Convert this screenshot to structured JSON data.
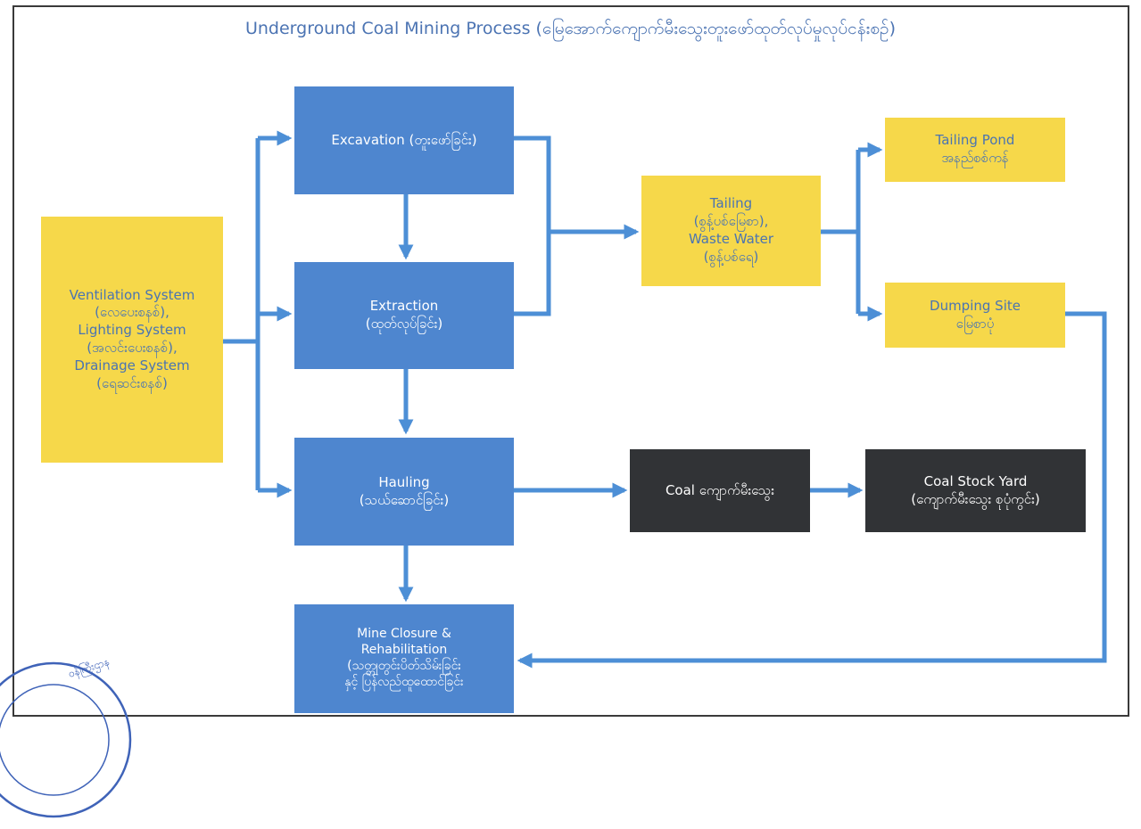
{
  "title": "Underground Coal Mining Process (မြေအောက်ကျောက်မီးသွေးတူးဖော်ထုတ်လုပ်မှုလုပ်ငန်းစဉ်)",
  "systems": [
    "Ventilation System",
    "(လေပေးစနစ်),",
    "Lighting System",
    "(အလင်းပေးစနစ်),",
    "Drainage System",
    "(ရေဆင်းစနစ်)"
  ],
  "excavation": [
    "Excavation (တူးဖော်ခြင်း)"
  ],
  "extraction": [
    "Extraction",
    "(ထုတ်လုပ်ခြင်း)"
  ],
  "hauling": [
    "Hauling",
    "(သယ်ဆောင်ခြင်း)"
  ],
  "closure": [
    "Mine Closure &",
    "Rehabilitation",
    "(သတ္တုတွင်းပိတ်သိမ်းခြင်း",
    "နှင့် ပြန်လည်ထူထောင်ခြင်း"
  ],
  "tailing": [
    "Tailing",
    "(စွန့်ပစ်မြေစာ),",
    "Waste Water",
    "(စွန့်ပစ်ရေ)"
  ],
  "tailing_pond": [
    "Tailing Pond",
    "အနည်စစ်ကန်"
  ],
  "dumping_site": [
    "Dumping Site",
    "မြေစာပုံ"
  ],
  "coal": [
    "Coal ကျောက်မီးသွေး"
  ],
  "stock_yard": [
    "Coal Stock Yard",
    "(ကျောက်မီးသွေး စုပုံကွင်း)"
  ],
  "stamp_text": "ဝန်ကြီးဌာန",
  "colors": {
    "process": "#4e86cf",
    "output": "#f6d84a",
    "coal": "#313336",
    "arrow": "#4d8fd6",
    "title": "#4c74b3"
  }
}
